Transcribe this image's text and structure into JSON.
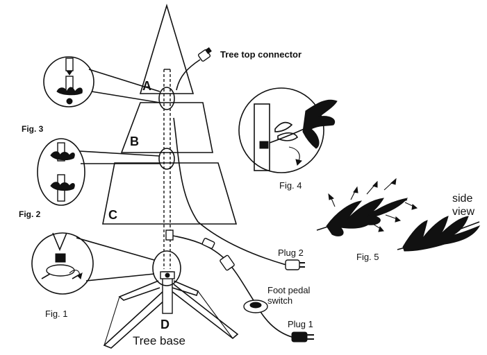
{
  "sections": {
    "a": "A",
    "b": "B",
    "c": "C",
    "d": "D"
  },
  "base_label": "Tree base",
  "connector_label": "Tree top connector",
  "plug2_label": "Plug 2",
  "plug1_label": "Plug 1",
  "switch_label_line1": "Foot pedal",
  "switch_label_line2": "switch",
  "side_view_line1": "side",
  "side_view_line2": "view",
  "figures": {
    "fig1": "Fig. 1",
    "fig2": "Fig. 2",
    "fig3": "Fig. 3",
    "fig4": "Fig. 4",
    "fig5": "Fig. 5"
  }
}
